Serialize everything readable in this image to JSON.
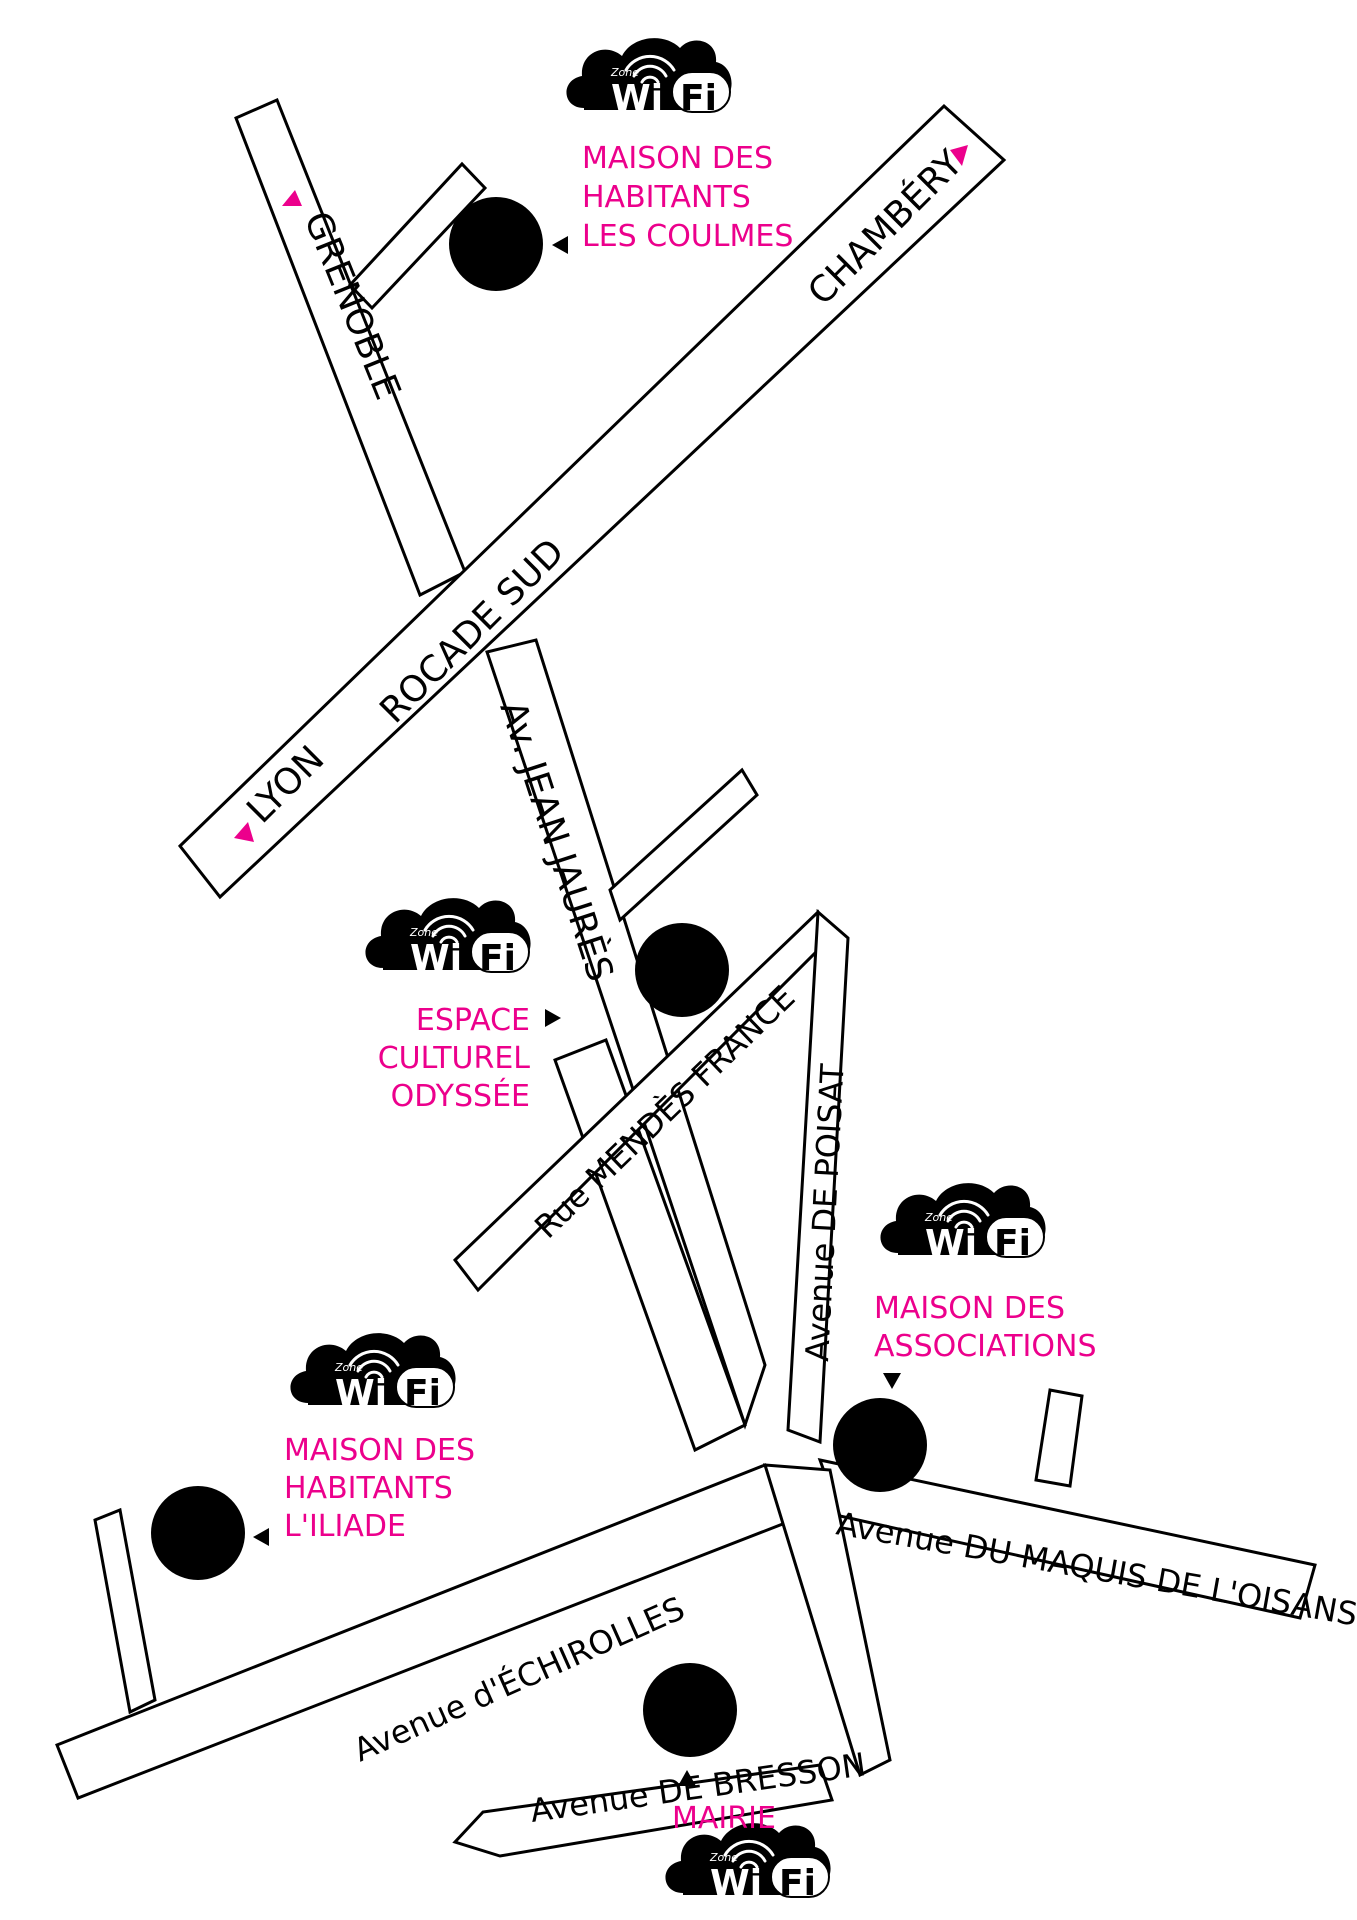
{
  "colors": {
    "accent": "#ec008c",
    "road_outline": "#000000",
    "marker": "#000000"
  },
  "roads": {
    "grenoble": "GRENOBLE",
    "chambery": "CHAMBÉRY",
    "rocade_sud": "ROCADE SUD",
    "lyon": "LYON",
    "jean_jaures": "Av. JEAN JAURÈS",
    "mendes_france": "Rue MENDÈS FRANCE",
    "poisat": "Avenue DE POISAT",
    "maquis": "Avenue DU MAQUIS DE L'OISANS",
    "echirolles": "Avenue d'ÉCHIROLLES",
    "bresson": "Avenue DE BRESSON"
  },
  "wifi_badge": {
    "zone": "Zone",
    "wi": "Wi",
    "fi": "Fi",
    "subtitle": "VILLE D'EYBENS"
  },
  "places": {
    "coulmes": [
      "MAISON DES",
      "HABITANTS",
      "LES COULMES"
    ],
    "odyssee": [
      "ESPACE",
      "CULTUREL",
      "ODYSSÉE"
    ],
    "associations": [
      "MAISON DES",
      "ASSOCIATIONS"
    ],
    "iliade": [
      "MAISON DES",
      "HABITANTS",
      "L'ILIADE"
    ],
    "mairie": [
      "MAIRIE"
    ]
  },
  "icons": {
    "hotspot": "wifi-cloud-icon",
    "location": "black-dot-icon",
    "direction": "triangle-arrow-icon"
  }
}
